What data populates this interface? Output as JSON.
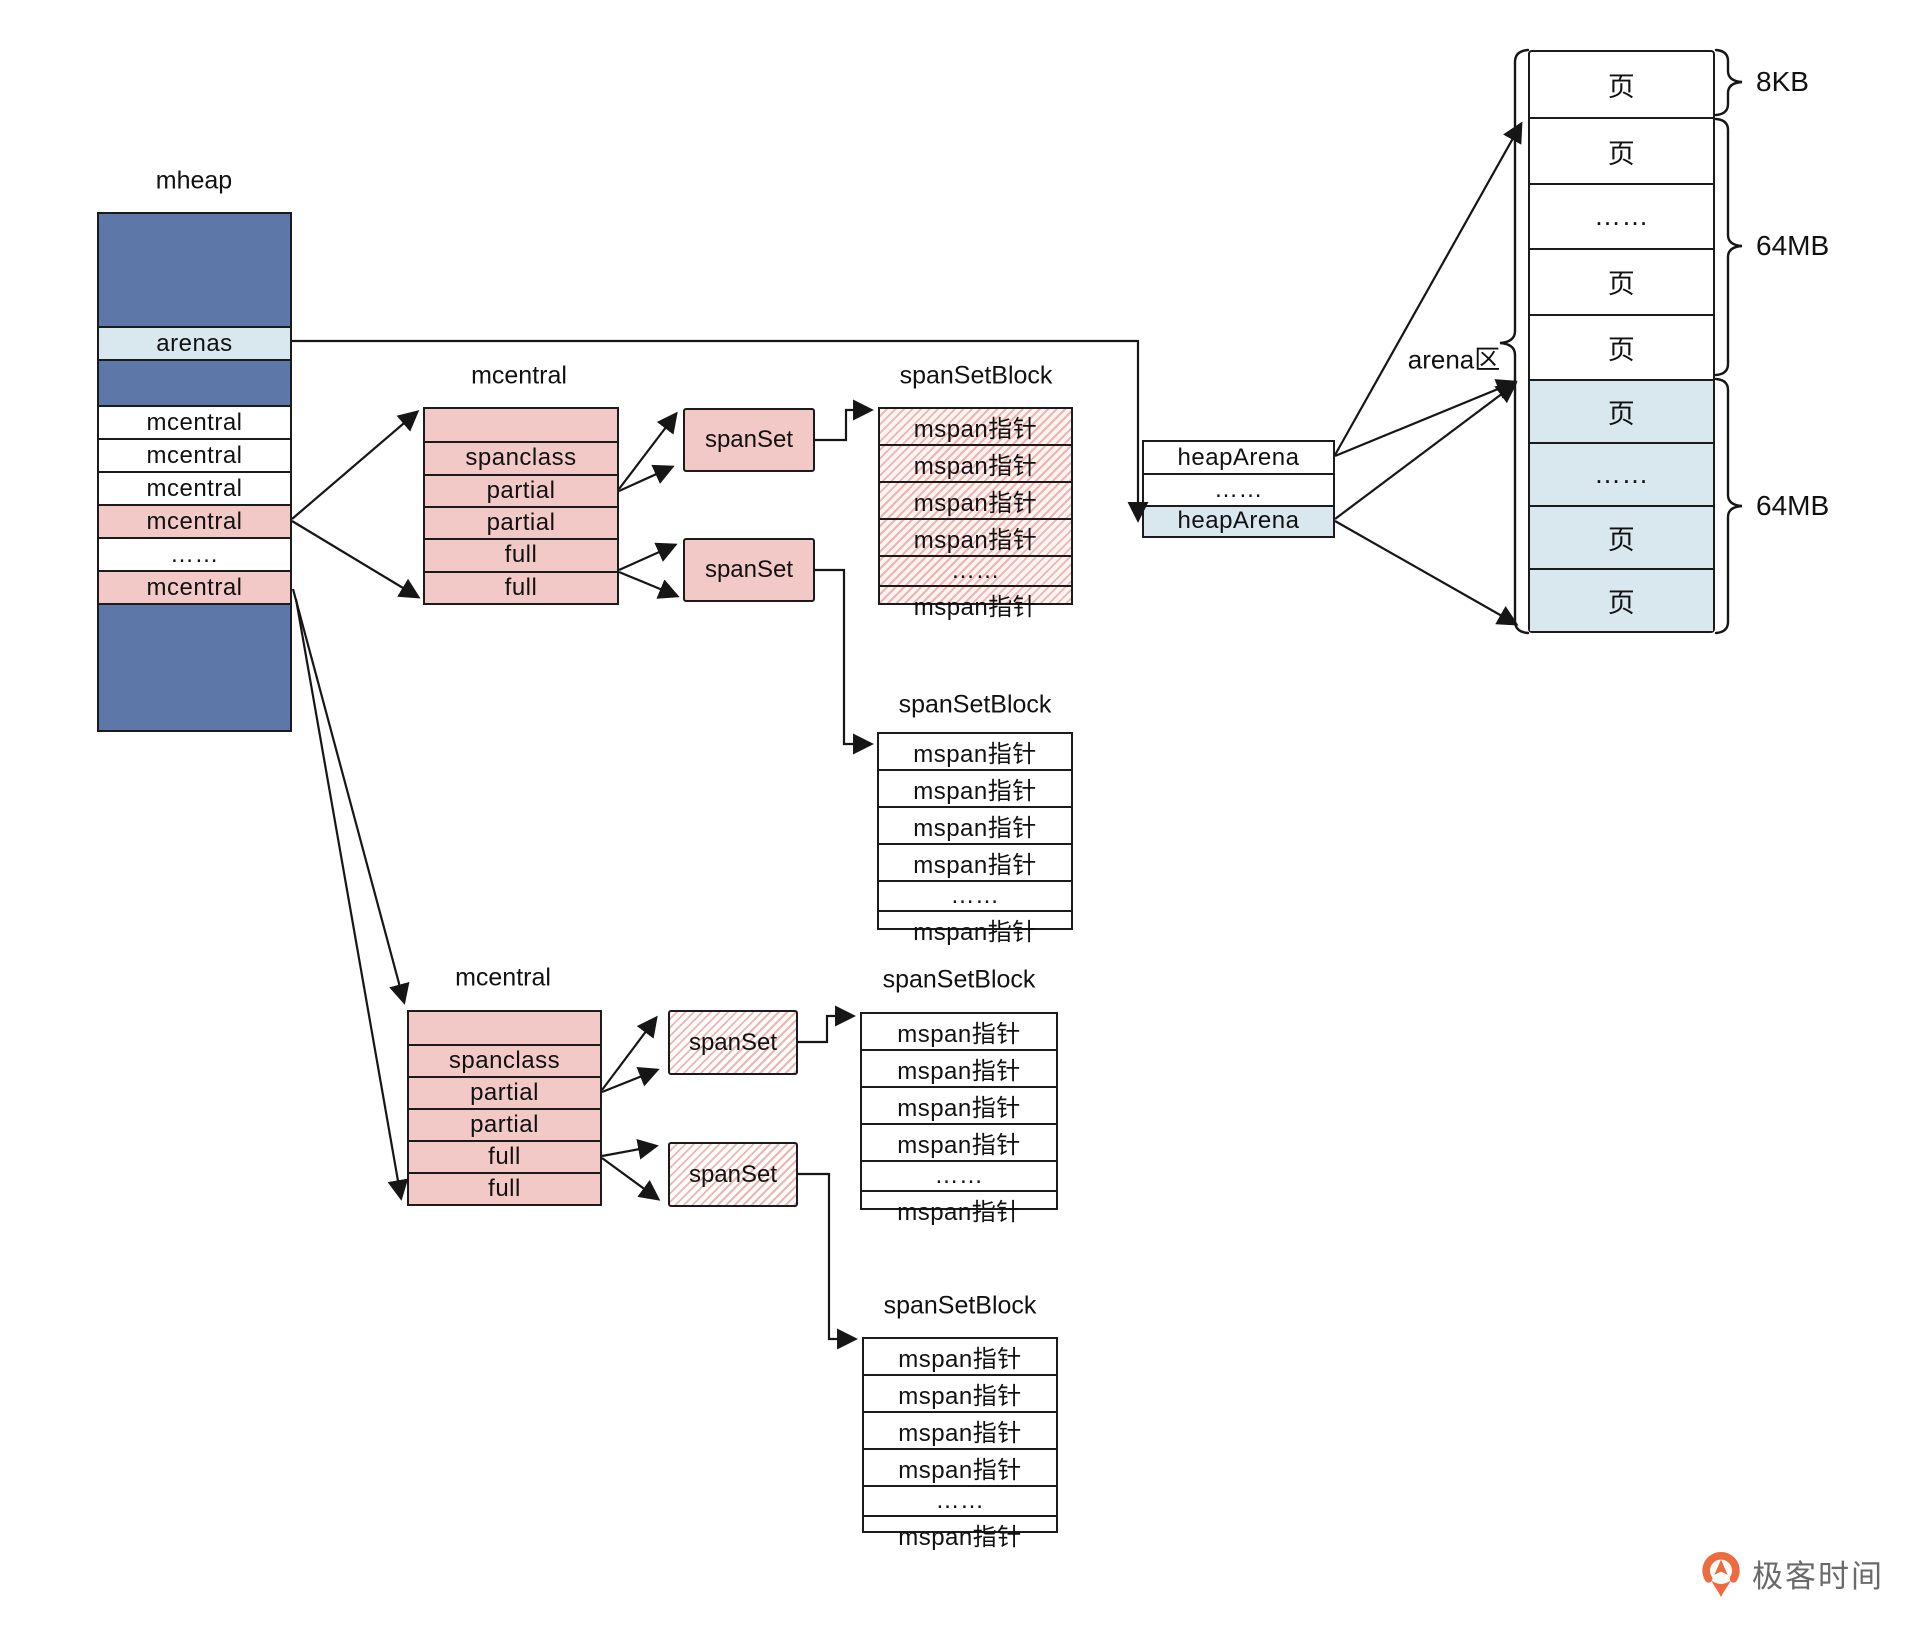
{
  "colors": {
    "dark_blue": "#5d78a8",
    "light_blue": "#d9e7ef",
    "pink": "#f2c9c7",
    "hatch_pink": "#f0b4ae",
    "line_black": "#1b1b1b",
    "logo_orange": "#ed6b3c",
    "logo_gray": "#6a6a6a"
  },
  "mheap": {
    "title": "mheap",
    "rows": [
      "arenas",
      "mcentral",
      "mcentral",
      "mcentral",
      "mcentral",
      "……",
      "mcentral"
    ]
  },
  "mcentral_top": {
    "title": "mcentral",
    "rows": [
      "",
      "spanclass",
      "partial",
      "partial",
      "full",
      "full"
    ]
  },
  "mcentral_bottom": {
    "title": "mcentral",
    "rows": [
      "",
      "spanclass",
      "partial",
      "partial",
      "full",
      "full"
    ]
  },
  "spansets": {
    "top1": "spanSet",
    "top2": "spanSet",
    "bottom1": "spanSet",
    "bottom2": "spanSet"
  },
  "blocks": {
    "top": {
      "title": "spanSetBlock",
      "rows": [
        "mspan指针",
        "mspan指针",
        "mspan指针",
        "mspan指针",
        "……",
        "mspan指针"
      ]
    },
    "mid": {
      "title": "spanSetBlock",
      "rows": [
        "mspan指针",
        "mspan指针",
        "mspan指针",
        "mspan指针",
        "……",
        "mspan指针"
      ]
    },
    "bottom1": {
      "title": "spanSetBlock",
      "rows": [
        "mspan指针",
        "mspan指针",
        "mspan指针",
        "mspan指针",
        "……",
        "mspan指针"
      ]
    },
    "bottom2": {
      "title": "spanSetBlock",
      "rows": [
        "mspan指针",
        "mspan指针",
        "mspan指针",
        "mspan指针",
        "……",
        "mspan指针"
      ]
    }
  },
  "heaparena": {
    "rows": [
      "heapArena",
      "……",
      "heapArena"
    ]
  },
  "arena": {
    "label": "arena区",
    "pages_white": [
      "页",
      "页",
      "……",
      "页",
      "页"
    ],
    "pages_blue": [
      "页",
      "……",
      "页",
      "页"
    ],
    "brace_8kb": "8KB",
    "brace_64mb_top": "64MB",
    "brace_64mb_bottom": "64MB"
  },
  "logo": {
    "text": "极客时间"
  }
}
